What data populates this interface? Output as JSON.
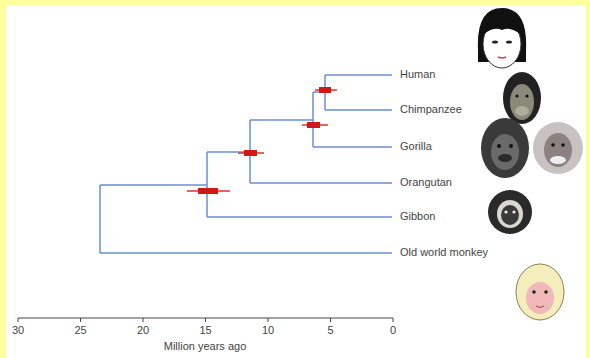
{
  "diagram": {
    "labels": [
      "Human",
      "Chimpanzee",
      "Gorilla",
      "Orangutan",
      "Gibbon",
      "Old world monkey",
      "30",
      "25",
      "20",
      "15",
      "10",
      "5",
      "0",
      "Million years ago"
    ]
  }
}
